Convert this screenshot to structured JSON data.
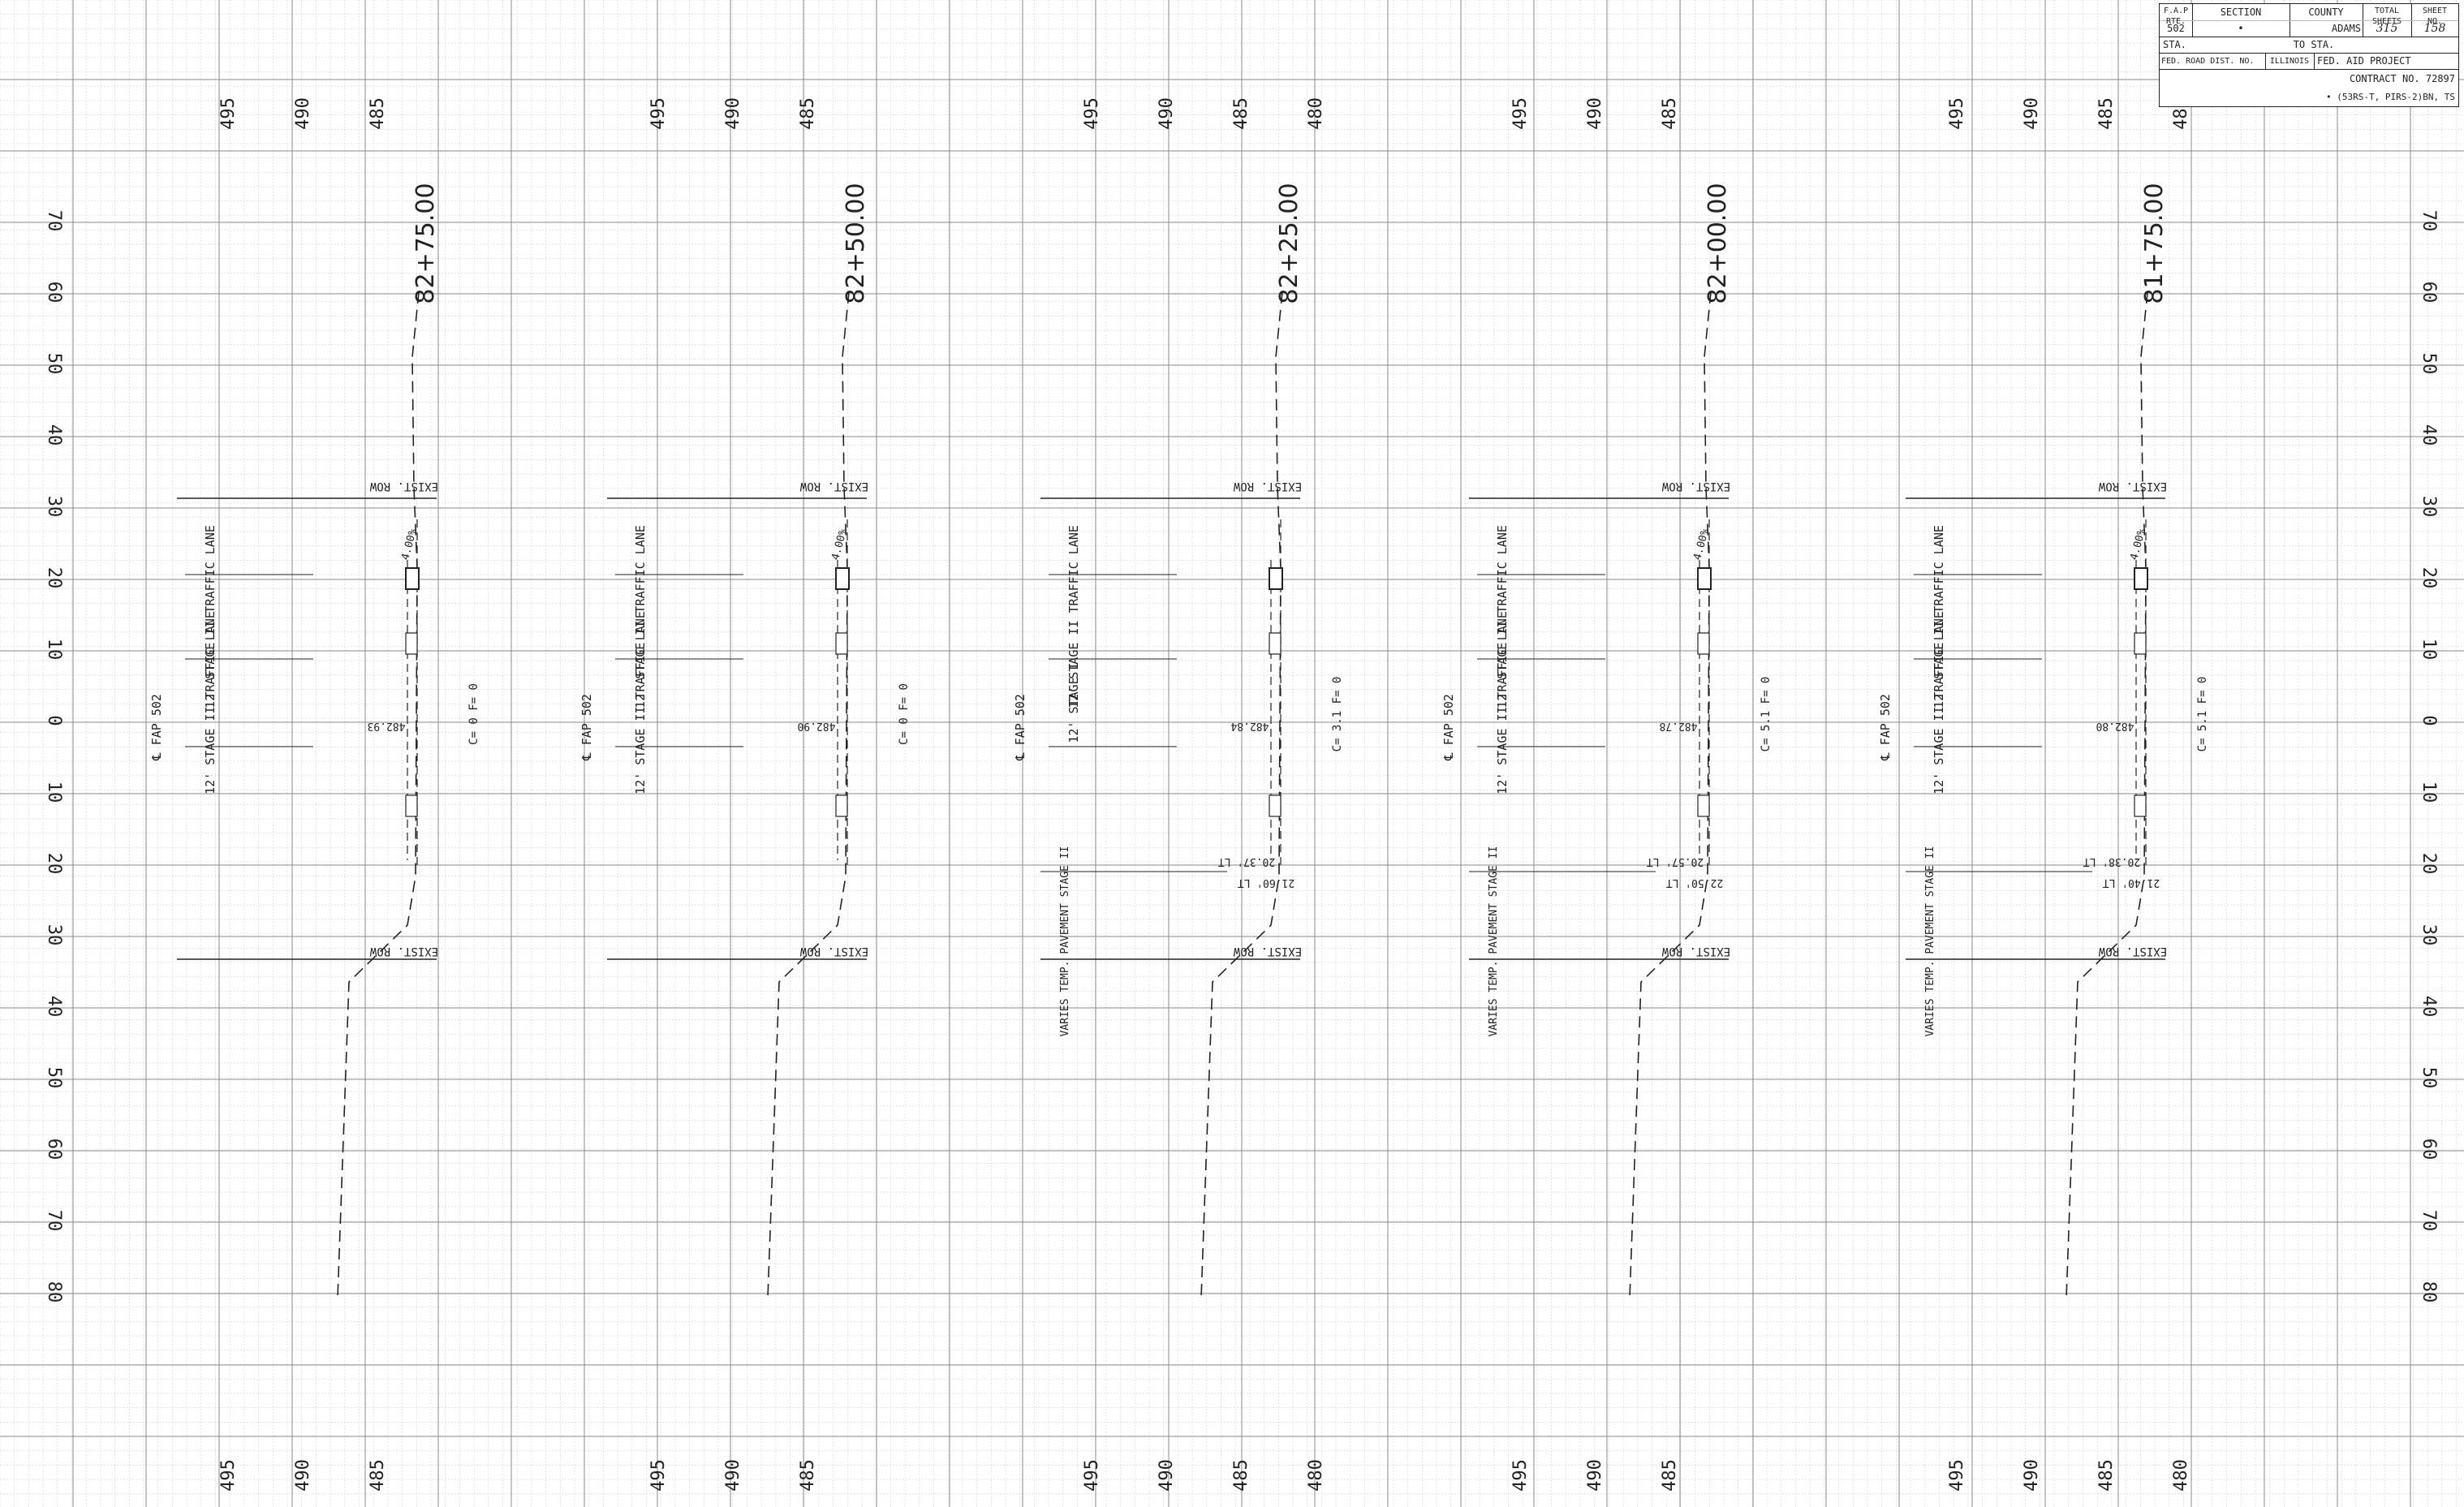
{
  "sheet": {
    "colors": {
      "grid_minor": "#cfcfcf",
      "grid_major": "#8a8a8a",
      "ink": "#222222"
    },
    "elev_labels": [
      "495",
      "490",
      "485",
      "480"
    ],
    "offset_labels": [
      "70",
      "60",
      "50",
      "40",
      "30",
      "20",
      "10",
      "0",
      "10",
      "20",
      "30",
      "40",
      "50",
      "60",
      "70",
      "80"
    ]
  },
  "sections": [
    {
      "station": "82+75.00",
      "centerline": "℄ FAP 502",
      "exist_row_top": "EXIST. ROW",
      "exist_row_bottom": "EXIST. ROW",
      "lanes": [
        "12' STAGE II TRAFFIC LANE",
        "12' STAGE II TRAFFIC LANE"
      ],
      "cut_fill": "C= 0   F= 0",
      "elev": "482.93",
      "slope": "4.00%",
      "stage_note": ""
    },
    {
      "station": "82+50.00",
      "centerline": "℄ FAP 502",
      "exist_row_top": "EXIST. ROW",
      "exist_row_bottom": "EXIST. ROW",
      "lanes": [
        "12' STAGE II TRAFFIC LANE",
        "12' STAGE II TRAFFIC LANE"
      ],
      "cut_fill": "C= 0   F= 0",
      "elev": "482.90",
      "slope": "4.00%",
      "stage_note": ""
    },
    {
      "station": "82+25.00",
      "centerline": "℄ FAP 502",
      "exist_row_top": "EXIST. ROW",
      "exist_row_bottom": "EXIST. ROW",
      "lanes": [
        "12' STAGE II TRAFFIC LANE",
        "12' STAGE I"
      ],
      "cut_fill": "C= 3.1   F= 0",
      "elev": "482.84",
      "slope": "",
      "stage_note": "VARIES TEMP. PAVEMENT STAGE II",
      "dims": [
        "20.37' LT",
        "21.60' LT"
      ]
    },
    {
      "station": "82+00.00",
      "centerline": "℄ FAP 502",
      "exist_row_top": "EXIST. ROW",
      "exist_row_bottom": "EXIST. ROW",
      "lanes": [
        "12' STAGE II TRAFFIC LANE",
        "12' STAGE II TRAFFIC LANE"
      ],
      "cut_fill": "C= 5.1   F= 0",
      "elev": "482.78",
      "slope": "4.00%",
      "stage_note": "VARIES TEMP. PAVEMENT STAGE II",
      "dims": [
        "20.57' LT",
        "22.50' LT"
      ]
    },
    {
      "station": "81+75.00",
      "centerline": "℄ FAP 502",
      "exist_row_top": "EXIST. ROW",
      "exist_row_bottom": "EXIST. ROW",
      "lanes": [
        "12' STAGE II TRAFFIC LANE",
        "12' STAGE II TRAFFIC LANE"
      ],
      "cut_fill": "C= 5.1   F= 0",
      "elev": "482.80",
      "slope": "4.00%",
      "stage_note": "VARIES TEMP. PAVEMENT STAGE II",
      "dims": [
        "20.38' LT",
        "21.40' LT"
      ]
    }
  ],
  "title_block": {
    "fap_rte_label": "F.A.P RTE.",
    "fap_rte_value": "502",
    "section_label": "SECTION",
    "section_value": "•",
    "county_label": "COUNTY",
    "county_value": "ADAMS",
    "total_sheets_label": "TOTAL SHEETS",
    "total_sheets_value": "315",
    "sheet_no_label": "SHEET NO.",
    "sheet_no_value": "158",
    "sta_label": "STA.",
    "to_sta_label": "TO STA.",
    "fed_road_dist_label": "FED. ROAD DIST. NO.",
    "state_label": "ILLINOIS",
    "fed_aid_label": "FED. AID PROJECT",
    "contract_label": "CONTRACT NO. 72897",
    "section_note": "• (53RS-T, PIRS-2)BN, TS"
  }
}
